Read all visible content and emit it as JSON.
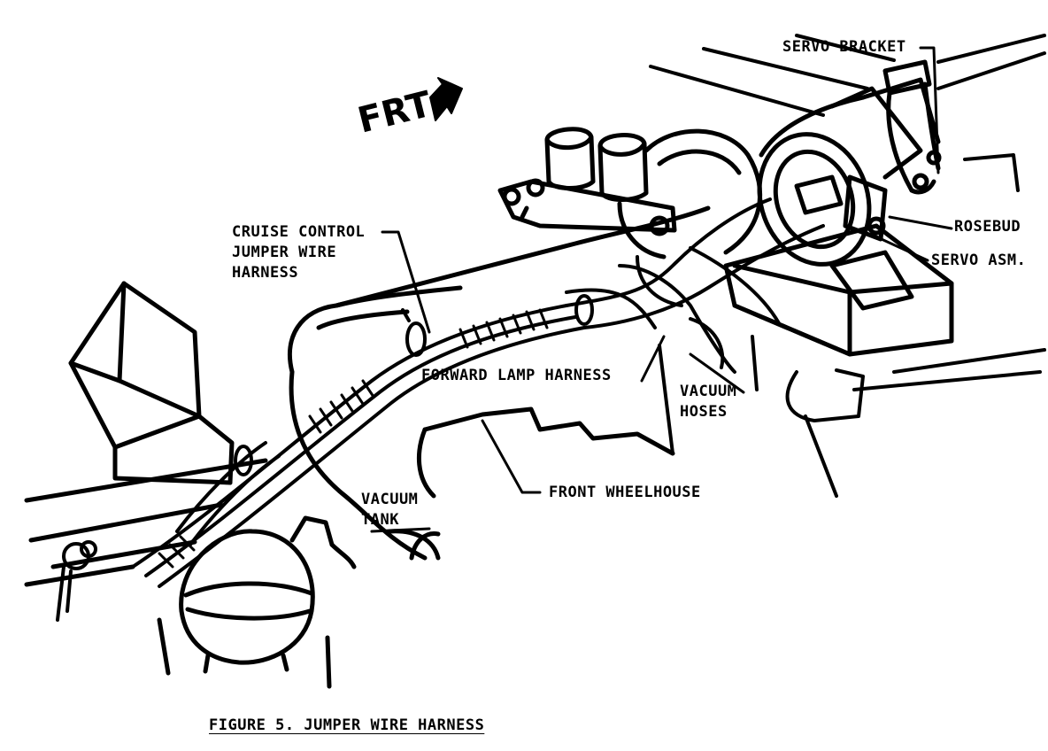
{
  "diagram": {
    "direction_label": "FRT",
    "caption": "FIGURE 5. JUMPER WIRE HARNESS",
    "labels": {
      "servo_bracket": "SERVO BRACKET",
      "rosebud": "ROSEBUD",
      "servo_assembly": "SERVO ASM.",
      "cruise_control_harness": [
        "CRUISE CONTROL",
        "JUMPER WIRE",
        "HARNESS"
      ],
      "forward_lamp_harness": "FORWARD LAMP HARNESS",
      "vacuum_hoses": [
        "VACUUM",
        "HOSES"
      ],
      "vacuum_tank": [
        "VACUUM",
        "TANK"
      ],
      "front_wheelhouse": "FRONT WHEELHOUSE"
    },
    "line_color": "#000000",
    "background_color": "#ffffff"
  }
}
